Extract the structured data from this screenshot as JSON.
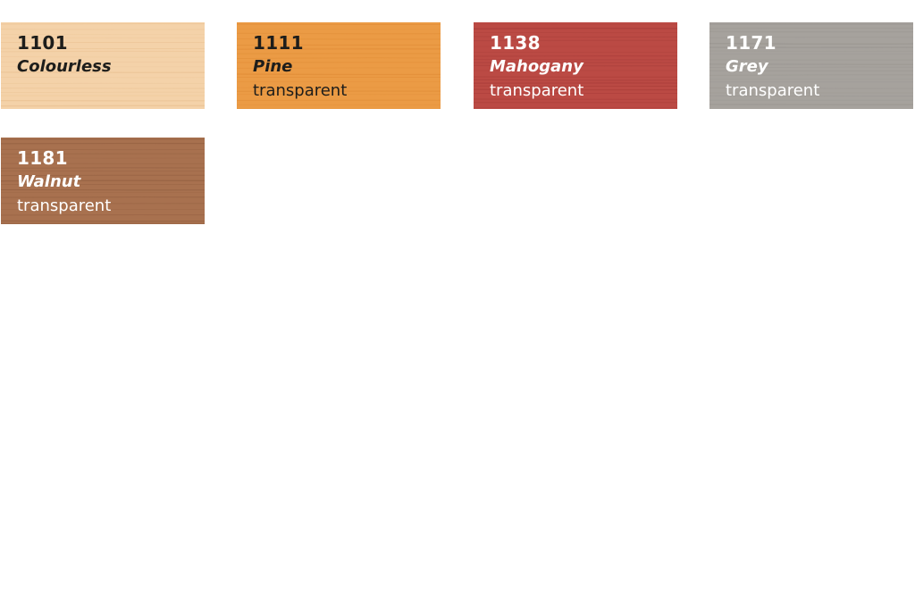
{
  "swatches": [
    {
      "code": "1101",
      "name": "Colourless",
      "finish": "",
      "color": "#f4d2a9",
      "grain": "#e9c090",
      "text": "dark"
    },
    {
      "code": "1111",
      "name": "Pine",
      "finish": "transparent",
      "color": "#eb9b45",
      "grain": "#dc8630",
      "text": "dark"
    },
    {
      "code": "1138",
      "name": "Mahogany",
      "finish": "transparent",
      "color": "#bb4a44",
      "grain": "#a33a36",
      "text": "light"
    },
    {
      "code": "1171",
      "name": "Grey",
      "finish": "transparent",
      "color": "#a6a29d",
      "grain": "#96928d",
      "text": "light"
    },
    {
      "code": "1181",
      "name": "Walnut",
      "finish": "transparent",
      "color": "#a8714f",
      "grain": "#8f5c3e",
      "text": "light"
    }
  ]
}
